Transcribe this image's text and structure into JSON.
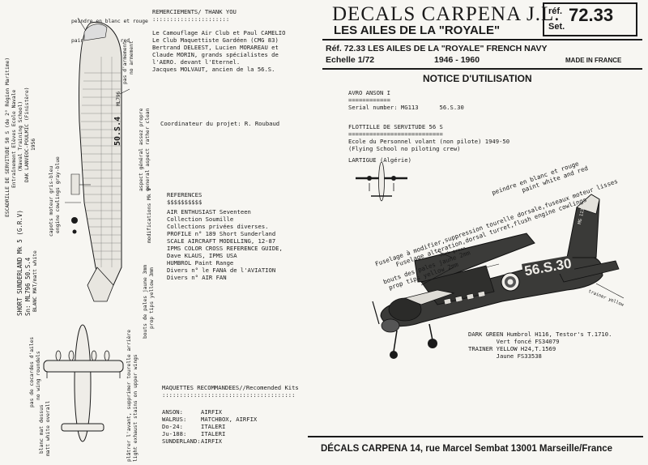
{
  "header": {
    "brand": "DECALS CARPENA J.L.",
    "subtitle": "LES AILES DE LA \"ROYALE\"",
    "ref_label": "réf.",
    "ref_number": "72.33",
    "set_label": "Set.",
    "ref_line": "Réf. 72.33 LES AILES DE LA \"ROYALE\" FRENCH NAVY",
    "scale": "Echelle 1/72",
    "years": "1946 - 1960",
    "made_in": "MADE IN FRANCE",
    "notice": "NOTICE D'UTILISATION"
  },
  "thanks": {
    "title": "REMERCIEMENTS/ THANK YOU",
    "underline": "::::::::::::::::::::::",
    "lines": [
      "Le Camouflage Air Club et Paul CAMELIO",
      "Le Club Maquettiste Gardéen (CMG 83)",
      "Bertrand DELEEST, Lucien MORAREAU et",
      "Claude MORIN, grands spécialistes de",
      "l'AERO. devant l'Eternel.",
      "Jacques MOLVAUT, ancien de la 56.S."
    ],
    "coordinator": "Coordinateur du projet: R. Roubaud"
  },
  "references": {
    "title": "REFERENCES",
    "underline": "$$$$$$$$$$",
    "lines": [
      "AIR ENTHUSIAST Seventeen",
      "Collection Soumille",
      "Collections privées diverses.",
      "PROFILE n° 189 Short Sunderland",
      "SCALE AIRCRAFT MODELLING, 12-87",
      "IPMS COLOR CROSS REFERENCE GUIDE,",
      "Dave KLAUS, IPMS USA",
      "HUMBROL Paint Range",
      "Divers n° le FANA de l'AVIATION",
      "Divers n° AIR FAN"
    ]
  },
  "kits": {
    "title": "MAQUETTES RECOMMANDEES//Recomended Kits",
    "underline": "::::::::::::::::::::::::::::::::::::::",
    "rows": [
      {
        "name": "ANSON:",
        "maker": "AIRFIX"
      },
      {
        "name": "WALRUS:",
        "maker": "MATCHBOX, AIRFIX"
      },
      {
        "name": "Do-24:",
        "maker": "ITALERI"
      },
      {
        "name": "Ju-188:",
        "maker": "ITALERI"
      },
      {
        "name": "SUNDERLAND:",
        "maker": "AIRFIX"
      }
    ]
  },
  "anson": {
    "title": "AVRO ANSON I",
    "underline": "============",
    "serial": "Serial number: MG113      56.S.30",
    "unit": "FLOTTILLE DE SERVITUDE 56 S",
    "unit_underline": "===========================",
    "school": "Ecole du Personnel volant (non pilote) 1949-50",
    "school_en": "(Flying School no piloting crew)",
    "base": "LARTIGUE (Algérie)",
    "code": "56.S.30",
    "tail_code": "MG 113",
    "note_fuselage": "Fuselage à modifier,suppression tourelle dorsale,fuseaux moteur lisses",
    "note_fuselage_en": "Fuselage alteration,dorsal turret,flush engine cowlings",
    "note_prop": "bouts des pales jaune 2mm",
    "note_prop_en": "prop tips yellow 2mm",
    "note_nose": "peindre en blanc et rouge",
    "note_nose_en": "paint white and red",
    "label_green": "dark green",
    "label_yellow": "trainer yellow",
    "colors": [
      "DARK GREEN Humbrol H116, Testor's T.1710.",
      "        Vert foncé FS34079",
      "TRAINER YELLOW H24,T.1569",
      "        Jaune FS33538"
    ]
  },
  "sunderland": {
    "nose_note": "peindre en blanc et rouge",
    "nose_note_en": "paint white and red",
    "serial_note": "pas d'armement",
    "serial_note_en": "no armement",
    "title": "SHORT SUNDERLAND Mk 5 (G.R.V)",
    "sn": "Sn: ML796    50.S.4",
    "colours": "BLANC MAT/matt white",
    "unit": "ESCADRILLE DE SERVITUDE 50 S (de 2° Région Maritime)",
    "unit2": "Entraînement Elèves Ecole Navale",
    "unit3": "(Naval Training School)",
    "base": "DAK LANVEOC-POULMIC (Finistère)",
    "year": "1956",
    "hull_code": "50.S.4",
    "tail_code": "ML796",
    "cowl_note": "capots moteur gris-bleu",
    "cowl_note_en": "engine cowlings gray-blue",
    "wing_note": "aspect général assez propre",
    "wing_note_en": "general aspect rather clean",
    "mods": "modifications Mk V",
    "prop_note": "bouts de pales jaune 3mm",
    "prop_note_en": "prop tips yellow 3mm",
    "plan_note1": "pas de cocardes d'ailes",
    "plan_note1_en": "no wing roundels",
    "plan_note2": "blanc mat dessus",
    "plan_note2_en": "matt white overall",
    "plan_note3": "plâtrer l'avant, supprimer tourelle arrière",
    "plan_note3_en": "light exhaust stains on upper wings"
  },
  "footer": {
    "text": "DÉCALS CARPENA 14, rue Marcel Sembat 13001 Marseille/France"
  }
}
